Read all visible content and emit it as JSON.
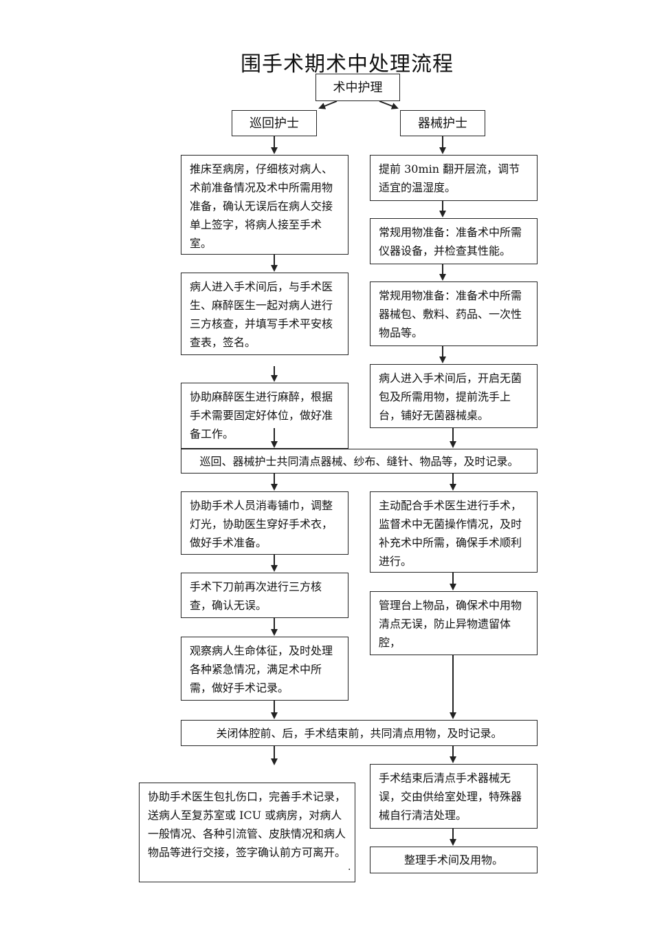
{
  "title": "围手术期术中处理流程",
  "nodes": {
    "root": "术中护理",
    "circ": "巡回护士",
    "scrub": "器械护士",
    "c1": "推床至病房，仔细核对病人、术前准备情况及术中所需用物准备，确认无误后在病人交接单上签字，将病人接至手术室。",
    "c2": "病人进入手术间后，与手术医生、麻醉医生一起对病人进行三方核查，并填写手术平安核查表，签名。",
    "c3": "协助麻醉医生进行麻醉，根据手术需要固定好体位，做好准备工作。",
    "s1": "提前 30min 翻开层流，调节适宜的温湿度。",
    "s2": "常规用物准备：准备术中所需仪器设备，并检查其性能。",
    "s3": "常规用物准备：准备术中所需器械包、敷料、药品、一次性物品等。",
    "s4": "病人进入手术间后，开启无菌包及所需用物，提前洗手上台，铺好无菌器械桌。",
    "joint1": "巡回、器械护士共同清点器械、纱布、缝针、物品等，及时记录。",
    "c4": "协助手术人员消毒铺巾，调整灯光，协助医生穿好手术衣，做好手术准备。",
    "c5": "手术下刀前再次进行三方核查，确认无误。",
    "c6": "观察病人生命体征，及时处理各种紧急情况，满足术中所需，做好手术记录。",
    "s5": "主动配合手术医生进行手术，监督术中无菌操作情况，及时补充术中所需，确保手术顺利进行。",
    "s6": "管理台上物品，确保术中用物清点无误，防止异物遗留体腔，",
    "joint2": "关闭体腔前、后，手术结束前，共同清点用物，及时记录。",
    "c7": "协助手术医生包扎伤口，完善手术记录，送病人至复苏室或 ICU 或病房，对病人一般情况、各种引流管、皮肤情况和病人物品等进行交接，签字确认前方可离开。",
    "s7": "手术结束后清点手术器械无误，交由供给室处理，特殊器械自行清洁处理。",
    "s8": "整理手术间及用物。",
    "dot": "."
  },
  "colors": {
    "line": "#222222",
    "text": "#111111"
  }
}
